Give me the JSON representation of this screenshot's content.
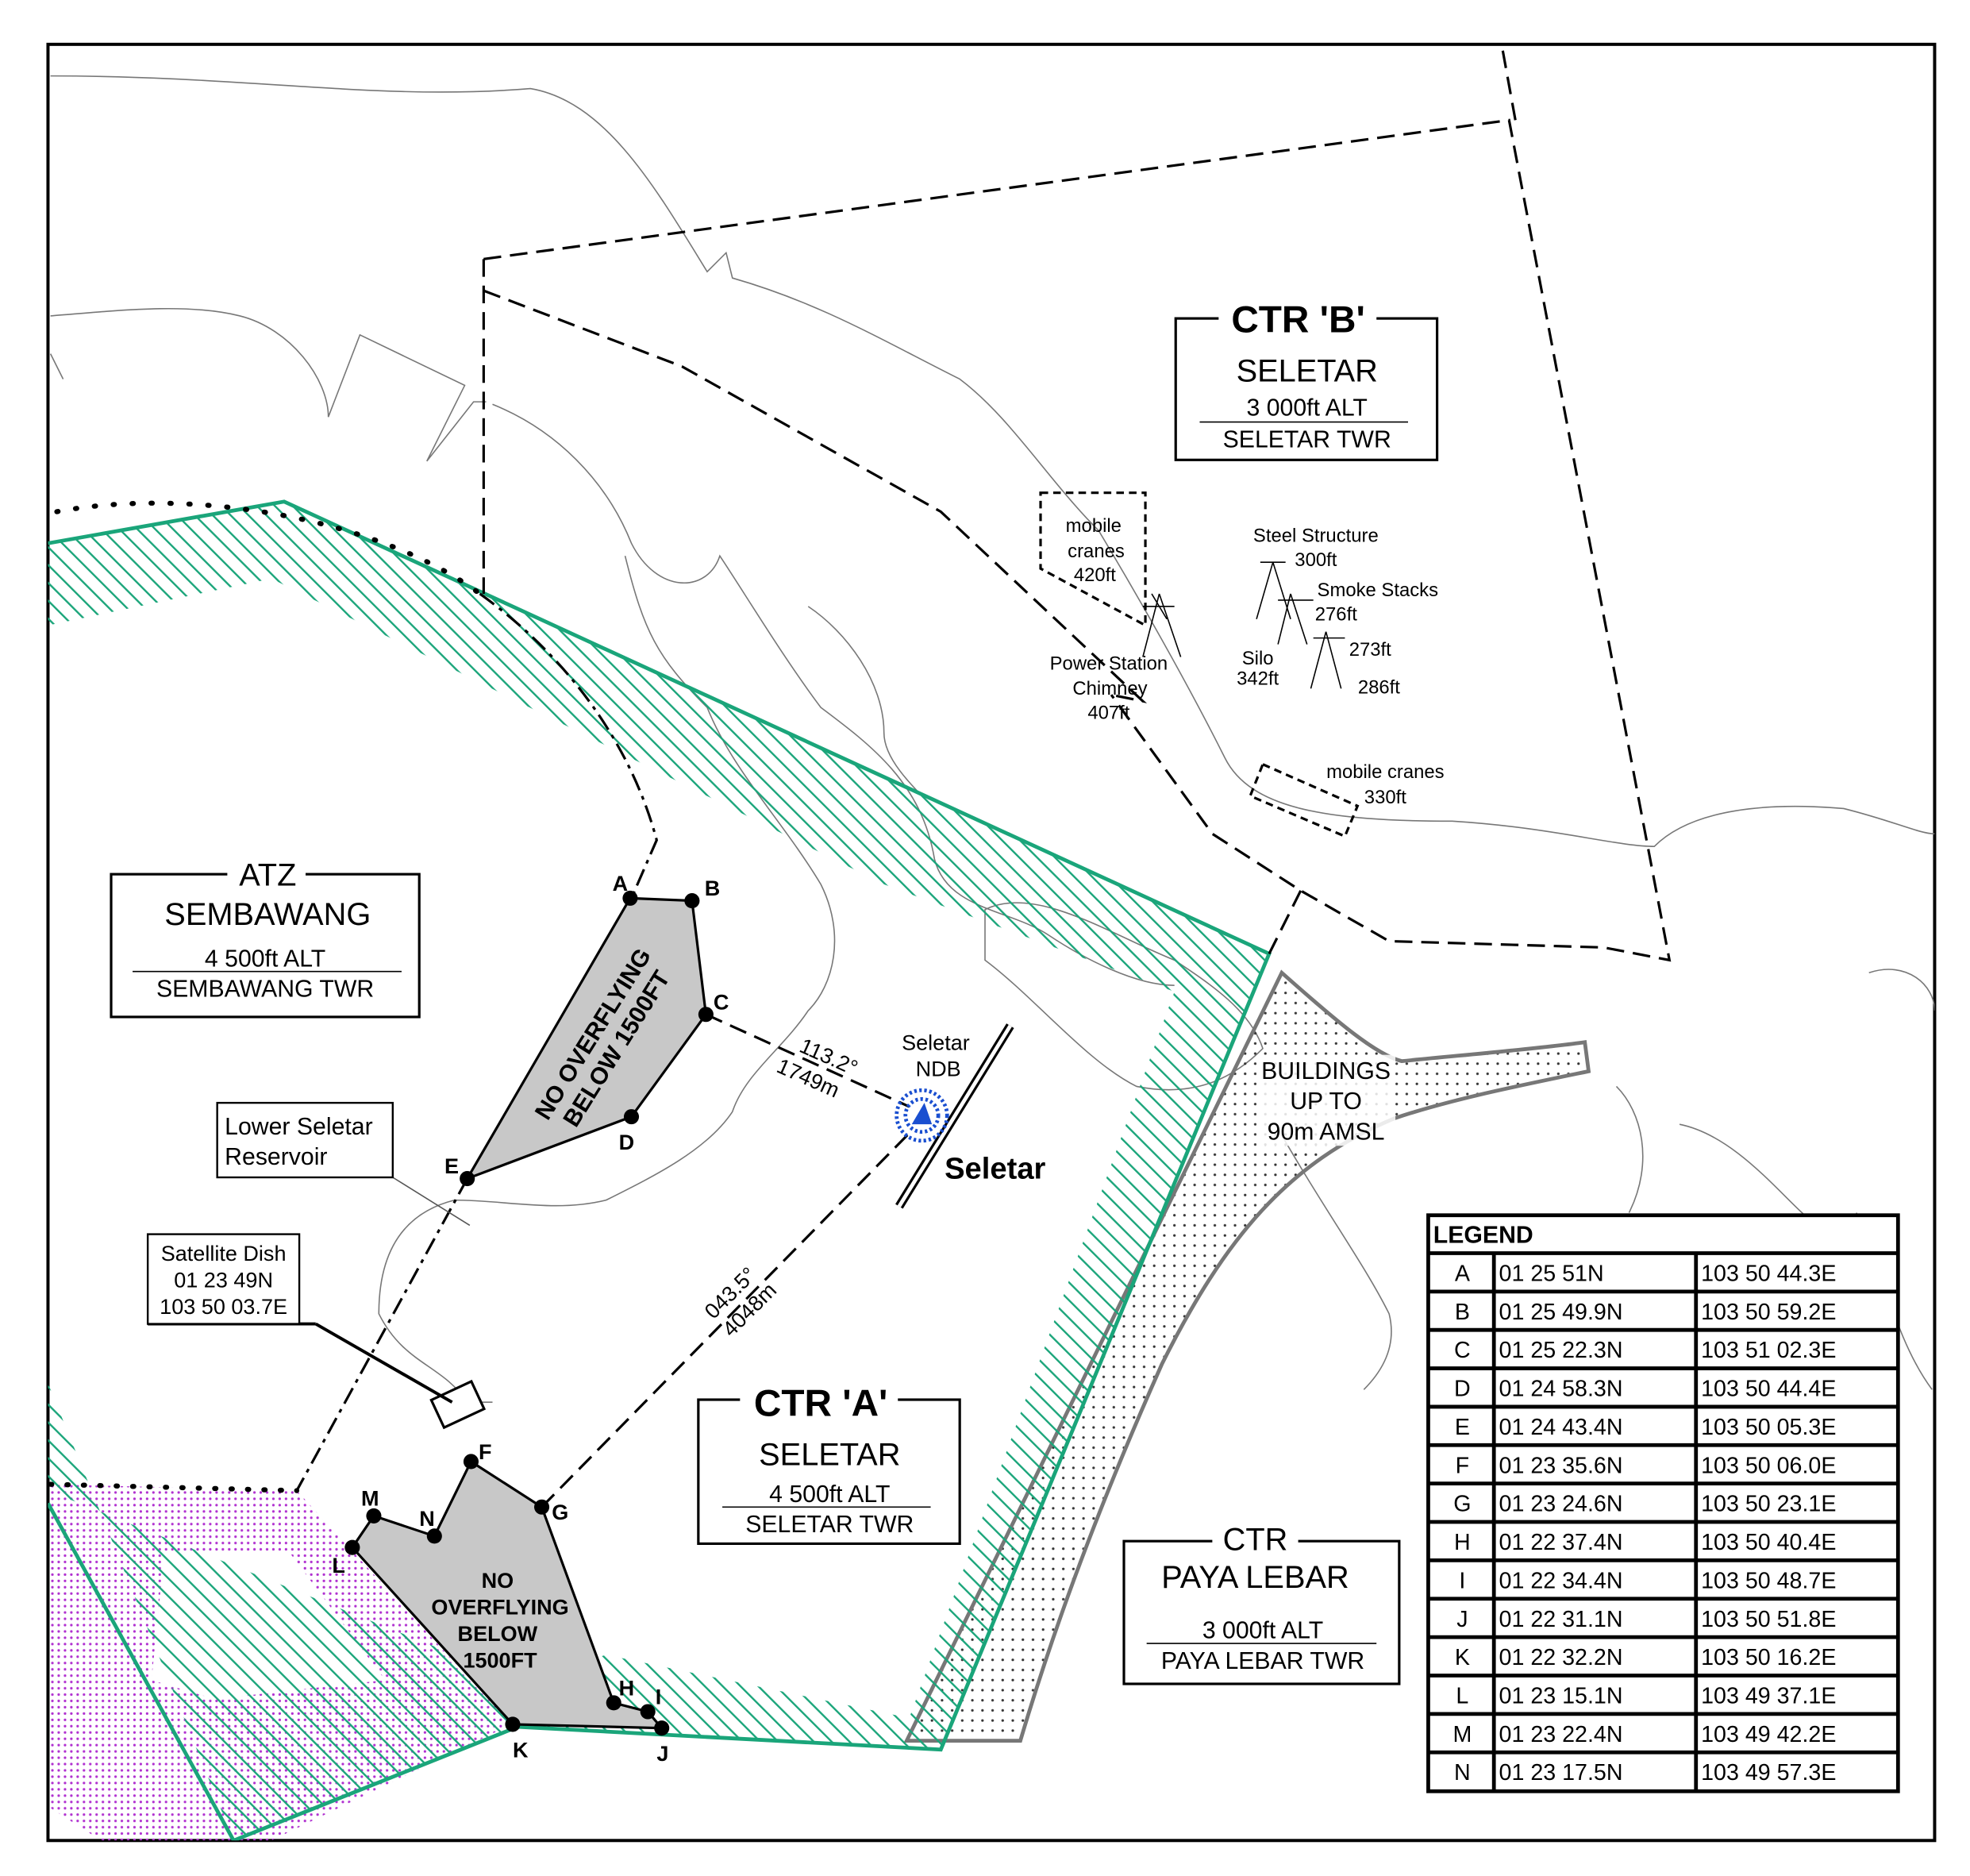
{
  "colors": {
    "ctr_hatch": "#1aa57a",
    "prohibited_fill": "#c8c8c8",
    "paya_lebar_outline": "#777777",
    "purple_dots": "#b030d0",
    "ndb": "#1a4fd0"
  },
  "ctr_b": {
    "title": "CTR 'B'",
    "name": "SELETAR",
    "altitude": "3 000ft ALT",
    "unit": "SELETAR TWR"
  },
  "ctr_a": {
    "title": "CTR 'A'",
    "name": "SELETAR",
    "altitude": "4 500ft ALT",
    "unit": "SELETAR TWR"
  },
  "atz": {
    "title": "ATZ",
    "name": "SEMBAWANG",
    "altitude": "4 500ft ALT",
    "unit": "SEMBAWANG TWR"
  },
  "ctr_paya_lebar": {
    "title": "CTR",
    "name": "PAYA LEBAR",
    "altitude": "3 000ft ALT",
    "unit": "PAYA LEBAR TWR"
  },
  "reservoir": {
    "line1": "Lower Seletar",
    "line2": "Reservoir"
  },
  "satellite": {
    "line1": "Satellite Dish",
    "line2": "01 23 49N",
    "line3": "103 50 03.7E"
  },
  "obstacles": {
    "cranes1": [
      "mobile",
      "cranes",
      "420ft"
    ],
    "power": [
      "Power Station",
      "Chimney",
      "407ft"
    ],
    "steel": [
      "Steel Structure",
      "300ft"
    ],
    "smoke": [
      "Smoke Stacks",
      "276ft"
    ],
    "silo": [
      "Silo",
      "342ft"
    ],
    "h273": "273ft",
    "h286": "286ft",
    "cranes2": [
      "mobile cranes",
      "330ft"
    ]
  },
  "buildings": [
    "BUILDINGS",
    "UP TO",
    "90m AMSL"
  ],
  "ndb": [
    "Seletar",
    "NDB"
  ],
  "airfield": "Seletar",
  "bearing1": [
    "113.2°",
    "1749m"
  ],
  "bearing2": [
    "043.5°",
    "4048m"
  ],
  "no_overfly_north": [
    "NO OVERFLYING",
    "BELOW 1500FT"
  ],
  "no_overfly_south": [
    "NO",
    "OVERFLYING",
    "BELOW",
    "1500FT"
  ],
  "point_labels": {
    "A": "A",
    "B": "B",
    "C": "C",
    "D": "D",
    "E": "E",
    "F": "F",
    "G": "G",
    "H": "H",
    "I": "I",
    "J": "J",
    "K": "K",
    "L": "L",
    "M": "M",
    "N": "N"
  },
  "legend": {
    "title": "LEGEND",
    "rows": [
      [
        "A",
        "01 25 51N",
        "103 50 44.3E"
      ],
      [
        "B",
        "01 25 49.9N",
        "103 50 59.2E"
      ],
      [
        "C",
        "01 25 22.3N",
        "103 51 02.3E"
      ],
      [
        "D",
        "01 24 58.3N",
        "103 50 44.4E"
      ],
      [
        "E",
        "01 24 43.4N",
        "103 50 05.3E"
      ],
      [
        "F",
        "01 23 35.6N",
        "103 50 06.0E"
      ],
      [
        "G",
        "01 23 24.6N",
        "103 50 23.1E"
      ],
      [
        "H",
        "01 22 37.4N",
        "103 50 40.4E"
      ],
      [
        "I",
        "01 22 34.4N",
        "103 50 48.7E"
      ],
      [
        "J",
        "01 22 31.1N",
        "103 50 51.8E"
      ],
      [
        "K",
        "01 22 32.2N",
        "103 50 16.2E"
      ],
      [
        "L",
        "01 23 15.1N",
        "103 49 37.1E"
      ],
      [
        "M",
        "01 23 22.4N",
        "103 49 42.2E"
      ],
      [
        "N",
        "01 23 17.5N",
        "103 49 57.3E"
      ]
    ]
  }
}
